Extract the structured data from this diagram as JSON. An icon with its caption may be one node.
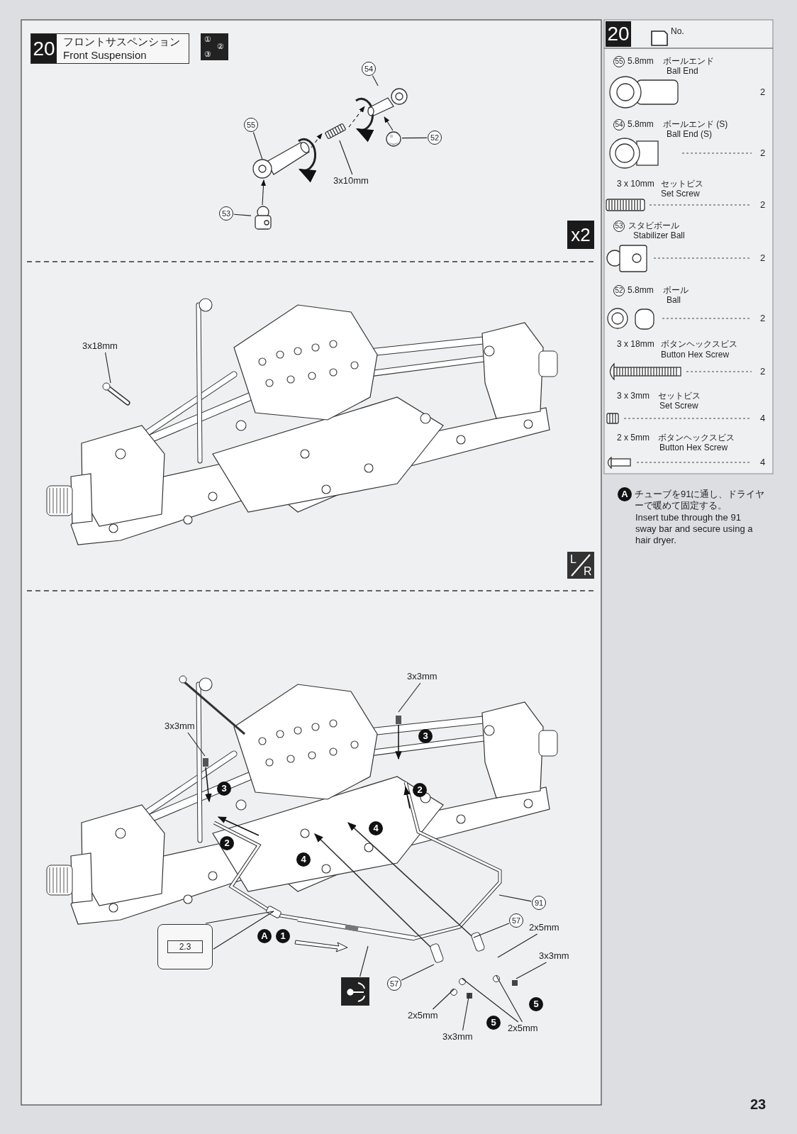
{
  "diagram": {
    "nodes": [
      {
        "text": [
          "20",
          "フロントサスペンション",
          "Front Suspension"
        ]
      },
      {
        "text": [
          "54"
        ]
      },
      {
        "text": [],
        "shape": "picture"
      },
      {
        "text": [
          "55"
        ]
      },
      {
        "text": [],
        "shape": "picture"
      },
      {
        "text": [],
        "shape": "picture"
      },
      {
        "text": [
          "3x10mm"
        ]
      },
      {
        "text": [],
        "shape": "picture"
      },
      {
        "text": [
          "52"
        ]
      },
      {
        "text": [
          "53"
        ]
      },
      {
        "text": [],
        "shape": "picture"
      },
      {
        "text": [
          "3x18mm"
        ]
      },
      {
        "text": [
          "3x3mm"
        ]
      },
      {
        "text": [
          "3x3mm"
        ]
      },
      {
        "text": [
          "91"
        ]
      },
      {
        "text": [
          "57"
        ]
      },
      {
        "text": [
          "2x5mm"
        ]
      },
      {
        "text": [
          "3x3mm"
        ]
      },
      {
        "text": [
          "2x5mm"
        ]
      },
      {
        "text": [
          "3x3mm"
        ]
      },
      {
        "text": [
          "57"
        ]
      },
      {
        "text": [
          "2x5mm"
        ]
      },
      {
        "text": [
          "2.3"
        ]
      },
      {
        "text": [],
        "shape": "picture"
      }
    ],
    "edges": [
      {
        "from": 1,
        "to": 2,
        "arrow": "none"
      },
      {
        "from": 3,
        "to": 4,
        "arrow": "none"
      },
      {
        "from": 6,
        "to": 5,
        "arrow": "none"
      },
      {
        "from": 8,
        "to": 7,
        "arrow": "none"
      },
      {
        "from": 9,
        "to": 10,
        "arrow": "none"
      },
      {
        "from": 7,
        "to": 2,
        "arrow": "to"
      },
      {
        "from": 10,
        "to": 4,
        "arrow": "to"
      },
      {
        "from": 4,
        "to": 5,
        "arrow": "to",
        "style": "dashed"
      },
      {
        "from": 5,
        "to": 2,
        "arrow": "to",
        "style": "dashed"
      },
      {
        "from": 11,
        "to": null,
        "arrow": "none"
      },
      {
        "from": 12,
        "to": null,
        "arrow": "none"
      },
      {
        "from": 13,
        "to": null,
        "arrow": "none"
      },
      {
        "from": 14,
        "to": null,
        "arrow": "none"
      },
      {
        "from": 15,
        "to": null,
        "arrow": "none"
      },
      {
        "from": 16,
        "to": null,
        "arrow": "none"
      },
      {
        "from": 17,
        "to": null,
        "arrow": "none"
      },
      {
        "from": 18,
        "to": null,
        "arrow": "none"
      },
      {
        "from": 19,
        "to": null,
        "arrow": "none"
      },
      {
        "from": 20,
        "to": null,
        "arrow": "none"
      },
      {
        "from": 21,
        "to": null,
        "arrow": "none"
      },
      {
        "from": 21,
        "to": null,
        "arrow": "none"
      },
      {
        "from": 22,
        "to": null,
        "arrow": "none"
      },
      {
        "from": 23,
        "to": null,
        "arrow": "none"
      }
    ],
    "labels": [
      "①",
      "②",
      "③",
      "x2",
      "L",
      "R",
      "3",
      "3",
      "2",
      "4",
      "2",
      "4",
      "A",
      "1",
      "5",
      "5",
      "20",
      "No.",
      "55",
      "5.8mm",
      "ボールエンド",
      "Ball End",
      "2",
      "54",
      "5.8mm",
      "ボールエンド (S)",
      "Ball End (S)",
      "2",
      "3 x 10mm",
      "セットビス",
      "Set Screw",
      "2",
      "53",
      "スタビボール",
      "Stabilizer Ball",
      "2",
      "52",
      "5.8mm",
      "ボール",
      "Ball",
      "2",
      "3 x 18mm",
      "ボタンヘックスビス",
      "Button Hex Screw",
      "2",
      "3 x 3mm",
      "セットビス",
      "Set Screw",
      "4",
      "2 x 5mm",
      "ボタンヘックスビス",
      "Button Hex Screw",
      "4",
      "A",
      "チューブを91に通し、ドライヤーで暖めて固定する。",
      "Insert tube through the 91 sway bar and secure using a hair dryer.",
      "23"
    ]
  }
}
